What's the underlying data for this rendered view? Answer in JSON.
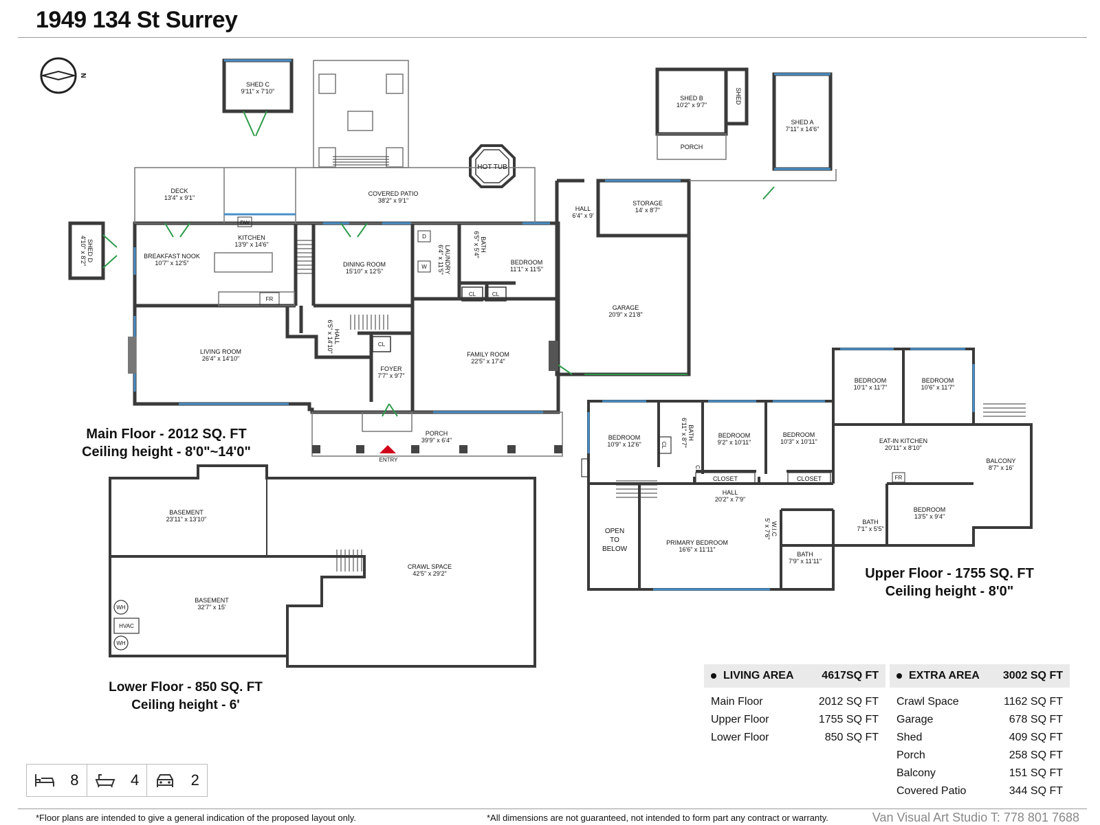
{
  "title": "1949 134 St Surrey",
  "compass": {
    "label": "N"
  },
  "rooms": {
    "shed_c": {
      "name": "SHED C",
      "dim": "9'11\" x 7'10\""
    },
    "shed_b": {
      "name": "SHED B",
      "dim": "10'2\" x 9'7\""
    },
    "shed_small": {
      "name": "SHED"
    },
    "shed_a": {
      "name": "SHED A",
      "dim": "7'11\" x 14'6\""
    },
    "porch_shed": {
      "name": "PORCH"
    },
    "hot_tub": {
      "name": "HOT TUB"
    },
    "deck": {
      "name": "DECK",
      "dim": "13'4\" x 9'1\""
    },
    "covered_patio": {
      "name": "COVERED PATIO",
      "dim": "38'2\" x 9'1\""
    },
    "shed_d": {
      "name": "SHED D",
      "dim": "4'10\" x 8'2\""
    },
    "kitchen": {
      "name": "KITCHEN",
      "dim": "13'9\" x 14'6\""
    },
    "breakfast_nook": {
      "name": "BREAKFAST NOOK",
      "dim": "10'7\" x 12'5\""
    },
    "dining_room": {
      "name": "DINING ROOM",
      "dim": "15'10\" x 12'5\""
    },
    "laundry": {
      "name": "LAUNDRY",
      "dim": "6'4\" x 11'5\""
    },
    "bath_main": {
      "name": "BATH",
      "dim": "6'5\" x 5'4\""
    },
    "bedroom_main": {
      "name": "BEDROOM",
      "dim": "11'1\" x 11'5\""
    },
    "hall_garage": {
      "name": "HALL",
      "dim": "6'4\" x 9'"
    },
    "storage": {
      "name": "STORAGE",
      "dim": "14' x 8'7\""
    },
    "garage": {
      "name": "GARAGE",
      "dim": "20'9\" x 21'8\""
    },
    "living_room": {
      "name": "LIVING ROOM",
      "dim": "26'4\" x 14'10\""
    },
    "hall_main": {
      "name": "HALL",
      "dim": "6'5\" x 14'10\""
    },
    "foyer": {
      "name": "FOYER",
      "dim": "7'7\" x 9'7\""
    },
    "family_room": {
      "name": "FAMILY ROOM",
      "dim": "22'5\" x 17'4\""
    },
    "porch_front": {
      "name": "PORCH",
      "dim": "39'9\" x 6'4\""
    },
    "entry": {
      "name": "ENTRY"
    },
    "basement_1": {
      "name": "BASEMENT",
      "dim": "23'11\" x 13'10\""
    },
    "basement_2": {
      "name": "BASEMENT",
      "dim": "32'7\" x 15'"
    },
    "crawl_space": {
      "name": "CRAWL SPACE",
      "dim": "42'5\" x 29'2\""
    },
    "up_bed_1": {
      "name": "BEDROOM",
      "dim": "10'1\" x 11'7\""
    },
    "up_bed_2": {
      "name": "BEDROOM",
      "dim": "10'6\" x 11'7\""
    },
    "eat_in_kitchen": {
      "name": "EAT-IN KITCHEN",
      "dim": "20'11\" x 8'10\""
    },
    "balcony": {
      "name": "BALCONY",
      "dim": "8'7\" x 16'"
    },
    "up_bed_3": {
      "name": "BEDROOM",
      "dim": "10'9\" x 12'6\""
    },
    "up_bath_1": {
      "name": "BATH",
      "dim": "6'11\" x 8'7\""
    },
    "up_bed_4": {
      "name": "BEDROOM",
      "dim": "9'2\" x 10'11\""
    },
    "up_bed_5": {
      "name": "BEDROOM",
      "dim": "10'3\" x 10'11\""
    },
    "closet_1": {
      "name": "CLOSET"
    },
    "closet_2": {
      "name": "CLOSET"
    },
    "up_hall": {
      "name": "HALL",
      "dim": "20'2\" x 7'9\""
    },
    "open_to_below": {
      "line1": "OPEN",
      "line2": "TO",
      "line3": "BELOW"
    },
    "primary_bedroom": {
      "name": "PRIMARY BEDROOM",
      "dim": "16'6\" x 11'11\""
    },
    "wic": {
      "name": "W.I.C",
      "dim": "5' x 7'6\""
    },
    "up_bath_2": {
      "name": "BATH",
      "dim": "7'9\" x 11'11\""
    },
    "up_bath_3": {
      "name": "BATH",
      "dim": "7'1\" x 5'5\""
    },
    "up_bed_6": {
      "name": "BEDROOM",
      "dim": "13'5\" x 9'4\""
    }
  },
  "tags": {
    "dw": "DW",
    "fr": "FR",
    "d": "D",
    "w": "W",
    "cl": "CL",
    "c": "C",
    "wh": "WH",
    "hvac": "HVAC"
  },
  "floors": {
    "main": {
      "line1": "Main Floor - 2012 SQ. FT",
      "line2": "Ceiling height - 8'0\"~14'0\""
    },
    "upper": {
      "line1": "Upper Floor - 1755 SQ. FT",
      "line2": "Ceiling height - 8'0\""
    },
    "lower": {
      "line1": "Lower Floor - 850 SQ. FT",
      "line2": "Ceiling height - 6'"
    }
  },
  "living_area": {
    "header": "LIVING AREA",
    "total": "4617SQ FT",
    "rows": [
      {
        "label": "Main Floor",
        "value": "2012 SQ FT"
      },
      {
        "label": "Upper Floor",
        "value": "1755 SQ FT"
      },
      {
        "label": "Lower Floor",
        "value": "850 SQ FT"
      }
    ]
  },
  "extra_area": {
    "header": "EXTRA AREA",
    "total": "3002 SQ FT",
    "rows": [
      {
        "label": "Crawl Space",
        "value": "1162 SQ FT"
      },
      {
        "label": "Garage",
        "value": "678 SQ FT"
      },
      {
        "label": "Shed",
        "value": "409 SQ FT"
      },
      {
        "label": "Porch",
        "value": "258 SQ FT"
      },
      {
        "label": "Balcony",
        "value": "151 SQ FT"
      },
      {
        "label": "Covered Patio",
        "value": "344 SQ FT"
      }
    ]
  },
  "stats": {
    "beds": {
      "icon": "bed-icon",
      "value": "8"
    },
    "baths": {
      "icon": "bathtub-icon",
      "value": "4"
    },
    "garage": {
      "icon": "car-icon",
      "value": "2"
    }
  },
  "footer": {
    "left": "*Floor plans are intended to give a general indication of the proposed layout only.",
    "right": "*All dimensions are not guaranteed, not intended to form part any contract or warranty.",
    "brand": "Van Visual Art Studio T: 778 801 7688"
  },
  "colors": {
    "wall": "#3a3a3a",
    "window": "#4a90c8",
    "door": "#2e9a4a",
    "entry_marker": "#d0021b"
  }
}
